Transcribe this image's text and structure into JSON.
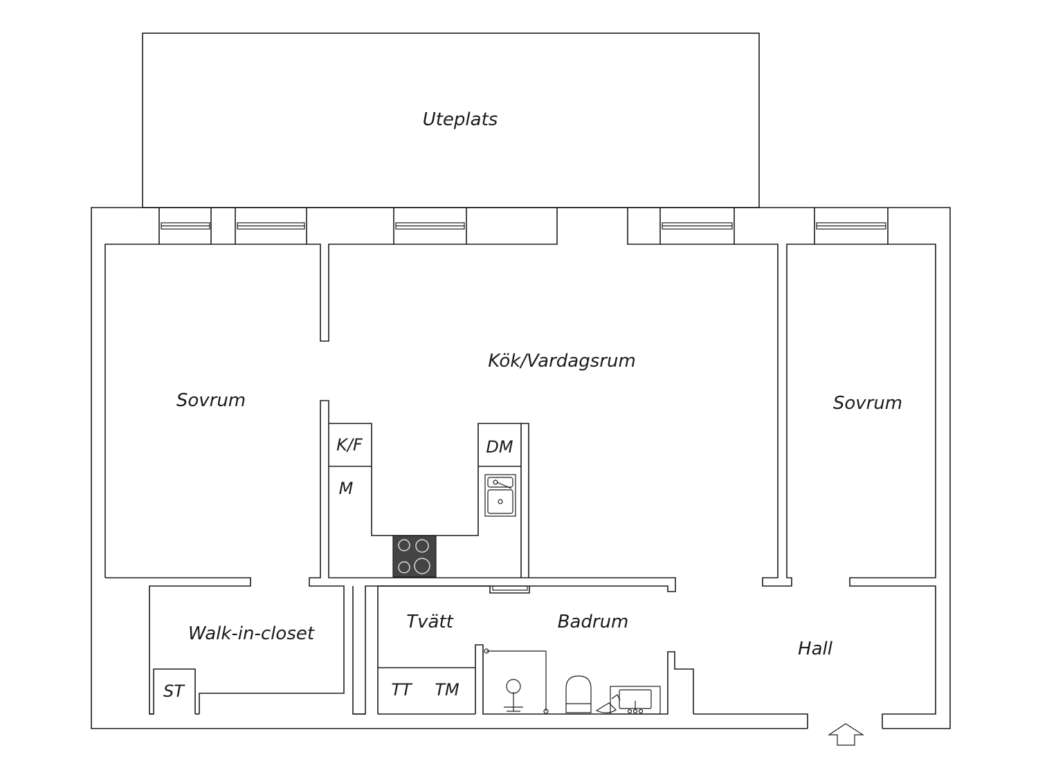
{
  "rooms": {
    "uteplats": "Uteplats",
    "kitchen_living": "Kök/Vardagsrum",
    "bedroom_left": "Sovrum",
    "bedroom_right": "Sovrum",
    "walk_in_closet": "Walk-in-closet",
    "laundry": "Tvätt",
    "bathroom": "Badrum",
    "hall": "Hall"
  },
  "fixtures": {
    "fridge_freezer": "K/F",
    "microwave": "M",
    "dishwasher": "DM",
    "storage": "ST",
    "tumble_dryer": "TT",
    "washing_machine": "TM"
  },
  "icons": {
    "entrance": "entrance-arrow-icon",
    "stove": "stove-icon",
    "sink": "kitchen-sink-icon",
    "shower": "shower-icon",
    "toilet": "toilet-icon",
    "washbasin": "washbasin-icon"
  },
  "colors": {
    "line": "#1a1a1a",
    "stove": "#444444"
  }
}
